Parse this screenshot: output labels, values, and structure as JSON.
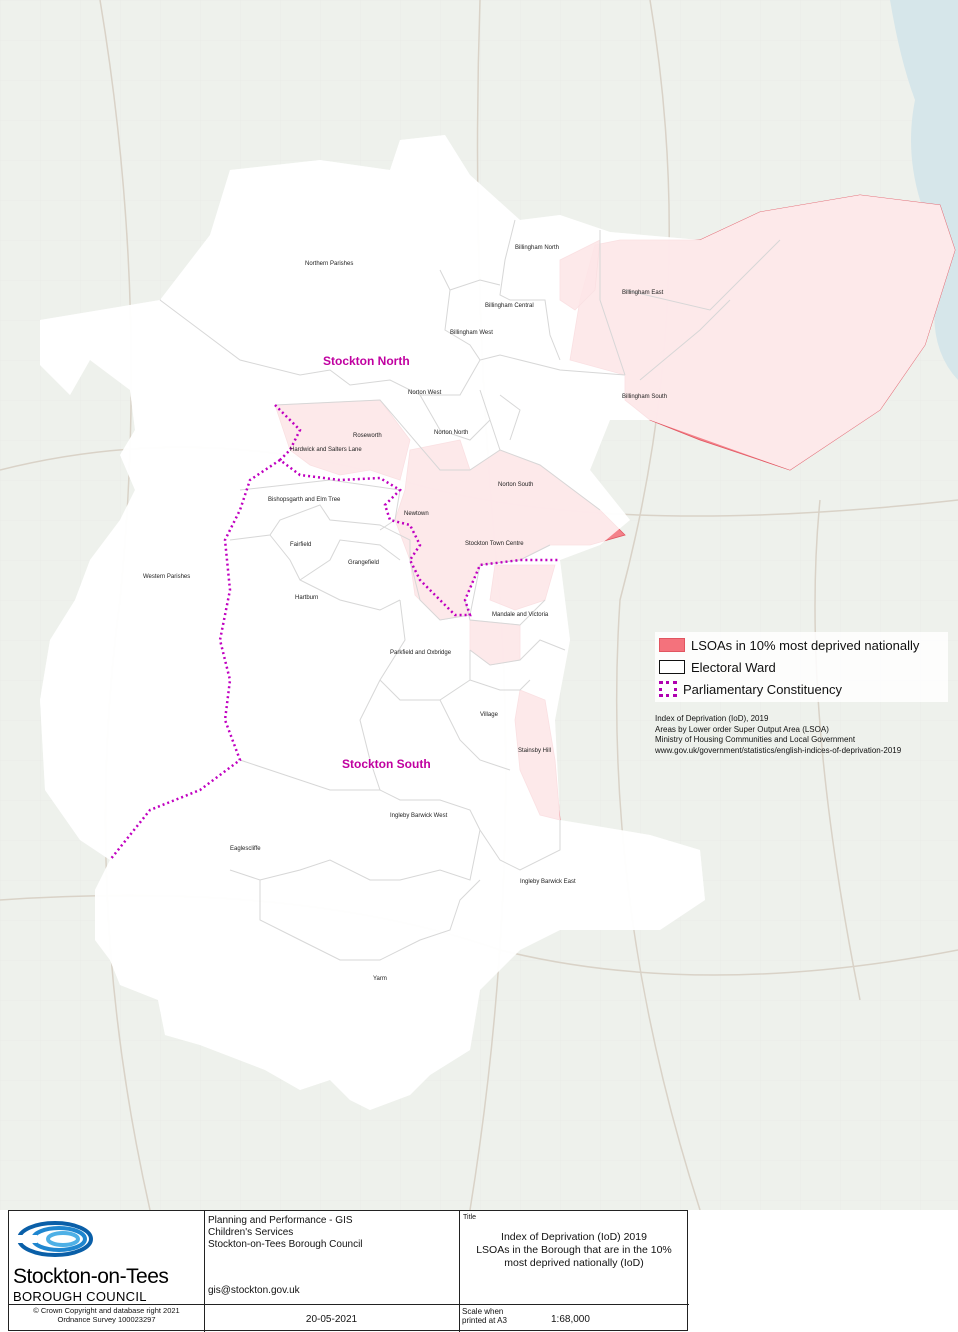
{
  "map": {
    "constituencies": [
      {
        "name": "Stockton North"
      },
      {
        "name": "Stockton South"
      }
    ],
    "wards": [
      "Billingham North",
      "Billingham East",
      "Billingham Central",
      "Billingham West",
      "Northern Parishes",
      "Norton West",
      "Billingham South",
      "Roseworth",
      "Norton North",
      "Hardwick and Salters Lane",
      "Norton South",
      "Bishopsgarth and Elm Tree",
      "Newtown",
      "Stockton Town Centre",
      "Fairfield",
      "Grangefield",
      "Western Parishes",
      "Hartburn",
      "Mandale and Victoria",
      "Parkfield and Oxbridge",
      "Village",
      "Stainsby Hill",
      "Ingleby Barwick West",
      "Eaglescliffe",
      "Ingleby Barwick East",
      "Yarm"
    ],
    "colors": {
      "deprived": "#f4727c",
      "ward_line": "#222222",
      "constituency": "#c000c0"
    }
  },
  "legend": {
    "items": [
      {
        "label": "LSOAs in 10% most deprived nationally"
      },
      {
        "label": "Electoral Ward"
      },
      {
        "label": "Parliamentary Constituency"
      }
    ]
  },
  "source": {
    "lines": [
      "Index of Deprivation (IoD), 2019",
      "Areas by Lower order Super Output Area (LSOA)",
      "Ministry of Housing Communities and Local Government",
      "www.gov.uk/government/statistics/english-indices-of-deprivation-2019"
    ]
  },
  "footer": {
    "logo_name": "Stockton-on-Tees",
    "logo_sub": "BOROUGH COUNCIL",
    "dept_lines": [
      "Planning and Performance - GIS",
      "Children's Services",
      "Stockton-on-Tees Borough Council"
    ],
    "email": "gis@stockton.gov.uk",
    "title_label": "Title",
    "title_lines": [
      "Index of Deprivation (IoD) 2019",
      "LSOAs in the Borough that are in the 10%",
      "most deprived nationally (IoD)"
    ],
    "copyright_lines": [
      "© Crown Copyright and database right 2021",
      "Ordnance Survey 100023297"
    ],
    "date": "20-05-2021",
    "scale_label_lines": [
      "Scale when",
      "printed at A3"
    ],
    "scale": "1:68,000"
  }
}
